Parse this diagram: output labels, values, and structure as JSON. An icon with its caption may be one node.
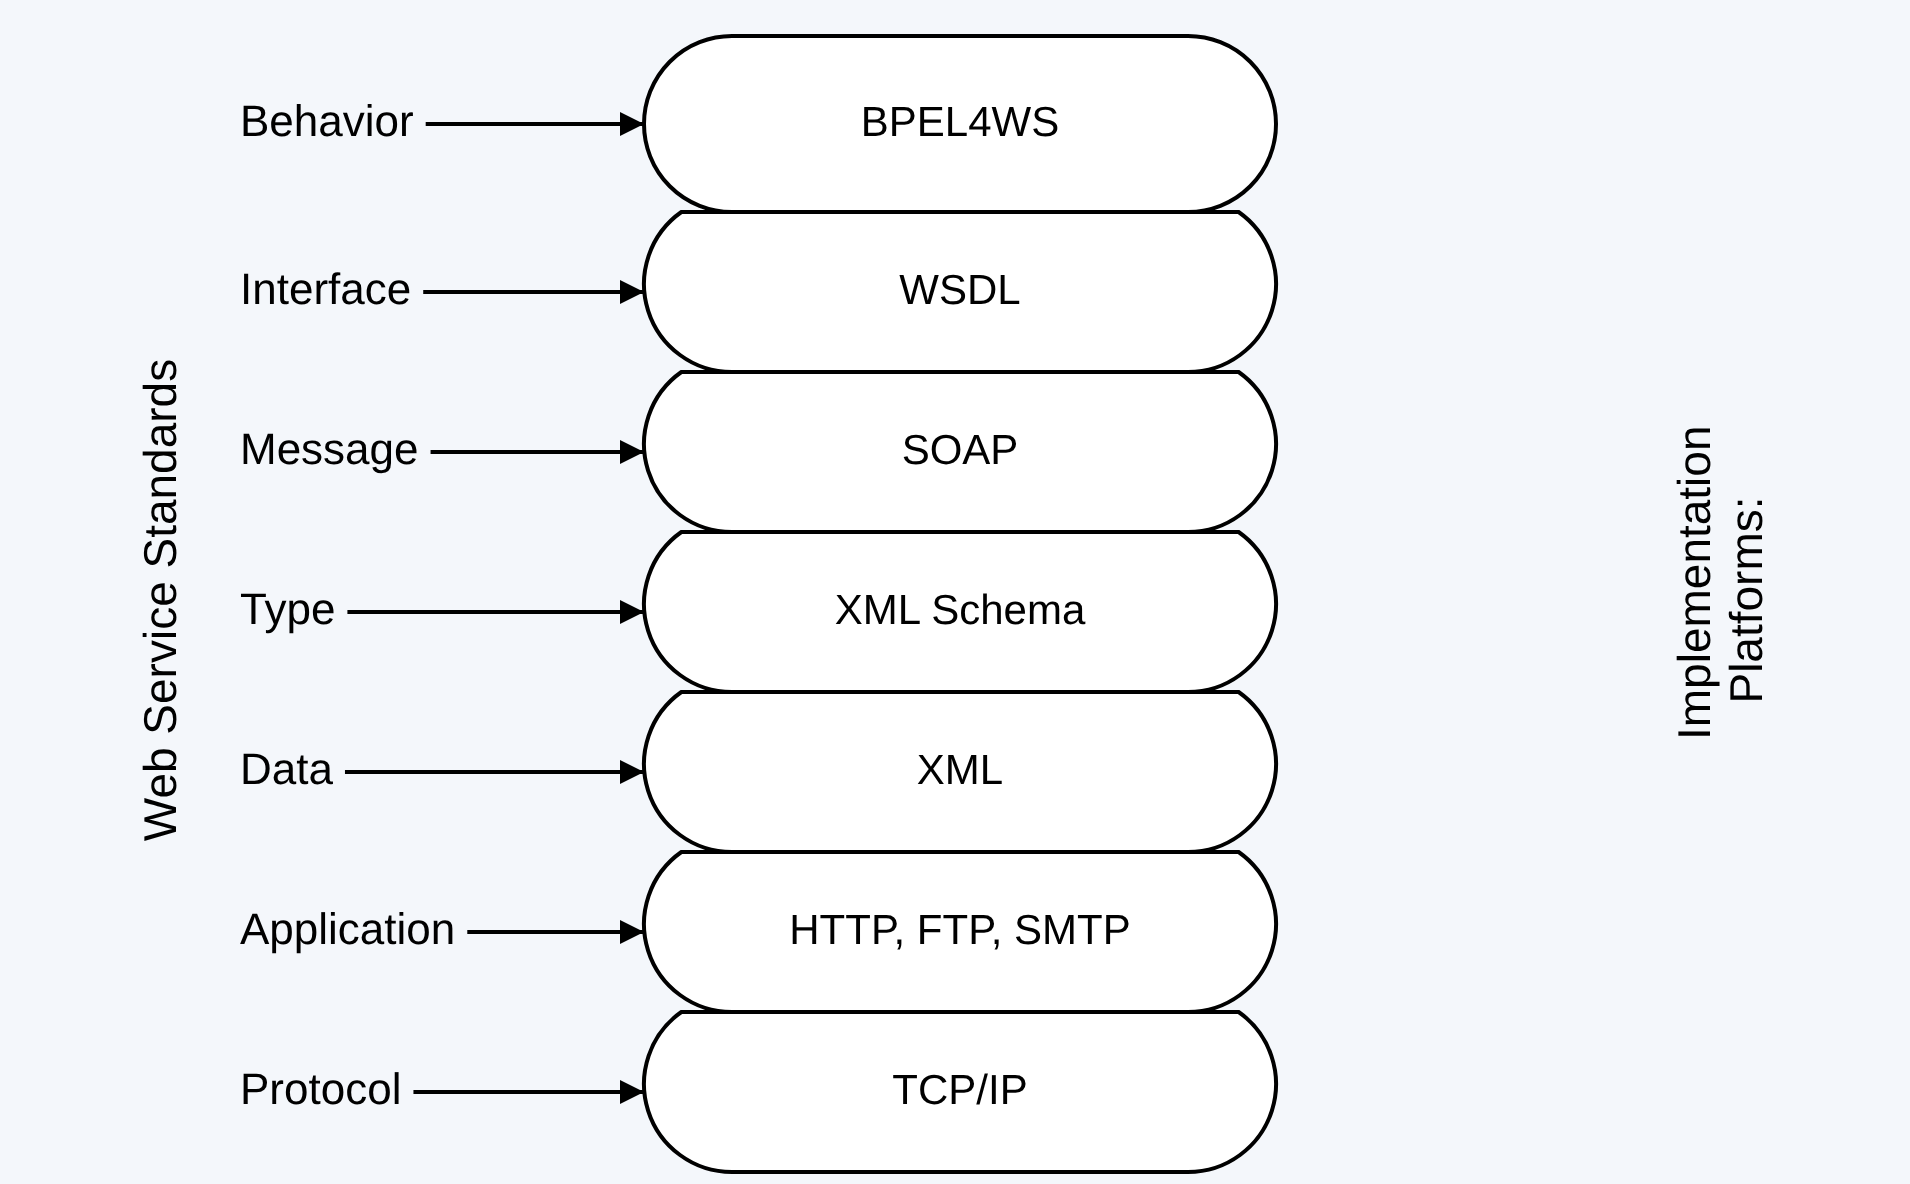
{
  "diagram": {
    "nodes": [
      {
        "text": [
          "Behavior"
        ]
      },
      {
        "text": [
          "Interface"
        ]
      },
      {
        "text": [
          "Message"
        ]
      },
      {
        "text": [
          "Type"
        ]
      },
      {
        "text": [
          "Data"
        ]
      },
      {
        "text": [
          "Application"
        ]
      },
      {
        "text": [
          "Protocol"
        ]
      },
      {
        "text": [
          "BPEL4WS"
        ]
      },
      {
        "text": [
          "WSDL"
        ]
      },
      {
        "text": [
          "SOAP"
        ]
      },
      {
        "text": [
          "XML Schema"
        ]
      },
      {
        "text": [
          "XML"
        ]
      },
      {
        "text": [
          "HTTP, FTP, SMTP"
        ]
      },
      {
        "text": [
          "TCP/IP"
        ]
      }
    ],
    "edges": [
      {
        "from": 0,
        "to": 7,
        "arrow": "to"
      },
      {
        "from": 1,
        "to": 8,
        "arrow": "to"
      },
      {
        "from": 2,
        "to": 9,
        "arrow": "to"
      },
      {
        "from": 3,
        "to": 10,
        "arrow": "to"
      },
      {
        "from": 4,
        "to": 11,
        "arrow": "to"
      },
      {
        "from": 5,
        "to": 12,
        "arrow": "to"
      },
      {
        "from": 6,
        "to": 13,
        "arrow": "to"
      }
    ],
    "labels": [
      "Web Service Standards",
      "Implementation Platforms:"
    ]
  }
}
